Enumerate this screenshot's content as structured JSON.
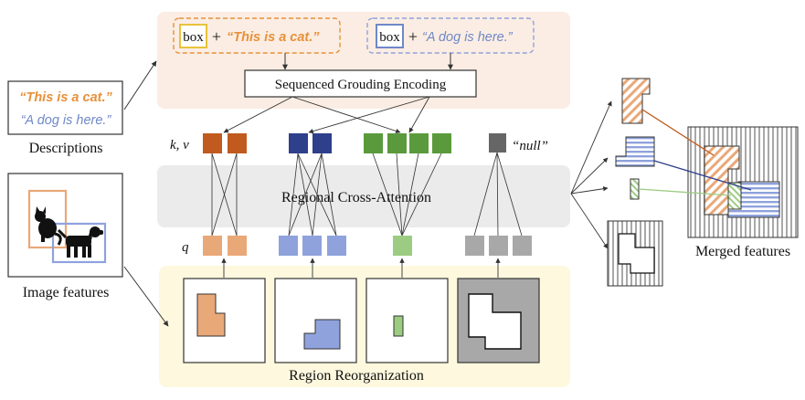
{
  "descriptions": {
    "cat": "“This is a cat.”",
    "dog": "“A dog is here.”",
    "label": "Descriptions"
  },
  "grounding": {
    "box_word": "box",
    "plus": "+",
    "cat_text": "“This is a cat.”",
    "dog_text": "“A dog is here.”",
    "encoder_label": "Sequenced Grouding Encoding"
  },
  "attention": {
    "kv_label": "k, v",
    "q_label": "q",
    "null_label": "“null”",
    "block_label": "Regional Cross-Attention"
  },
  "image_features_label": "Image features",
  "region_label": "Region Reorganization",
  "merged_label": "Merged features",
  "colors": {
    "cat": "#E8913A",
    "cat_dark": "#C05A1E",
    "cat_light": "#E9A878",
    "dog": "#7088C8",
    "dog_dark": "#2E3F8C",
    "dog_light": "#8FA2DC",
    "green": "#5A9A3C",
    "green_light": "#9CCC82",
    "null_dark": "#666666",
    "null_light": "#A8A8A8",
    "encoder_bg": "#FBEDE3",
    "attn_bg": "#EBEBEB",
    "region_bg": "#FDF8DE"
  }
}
